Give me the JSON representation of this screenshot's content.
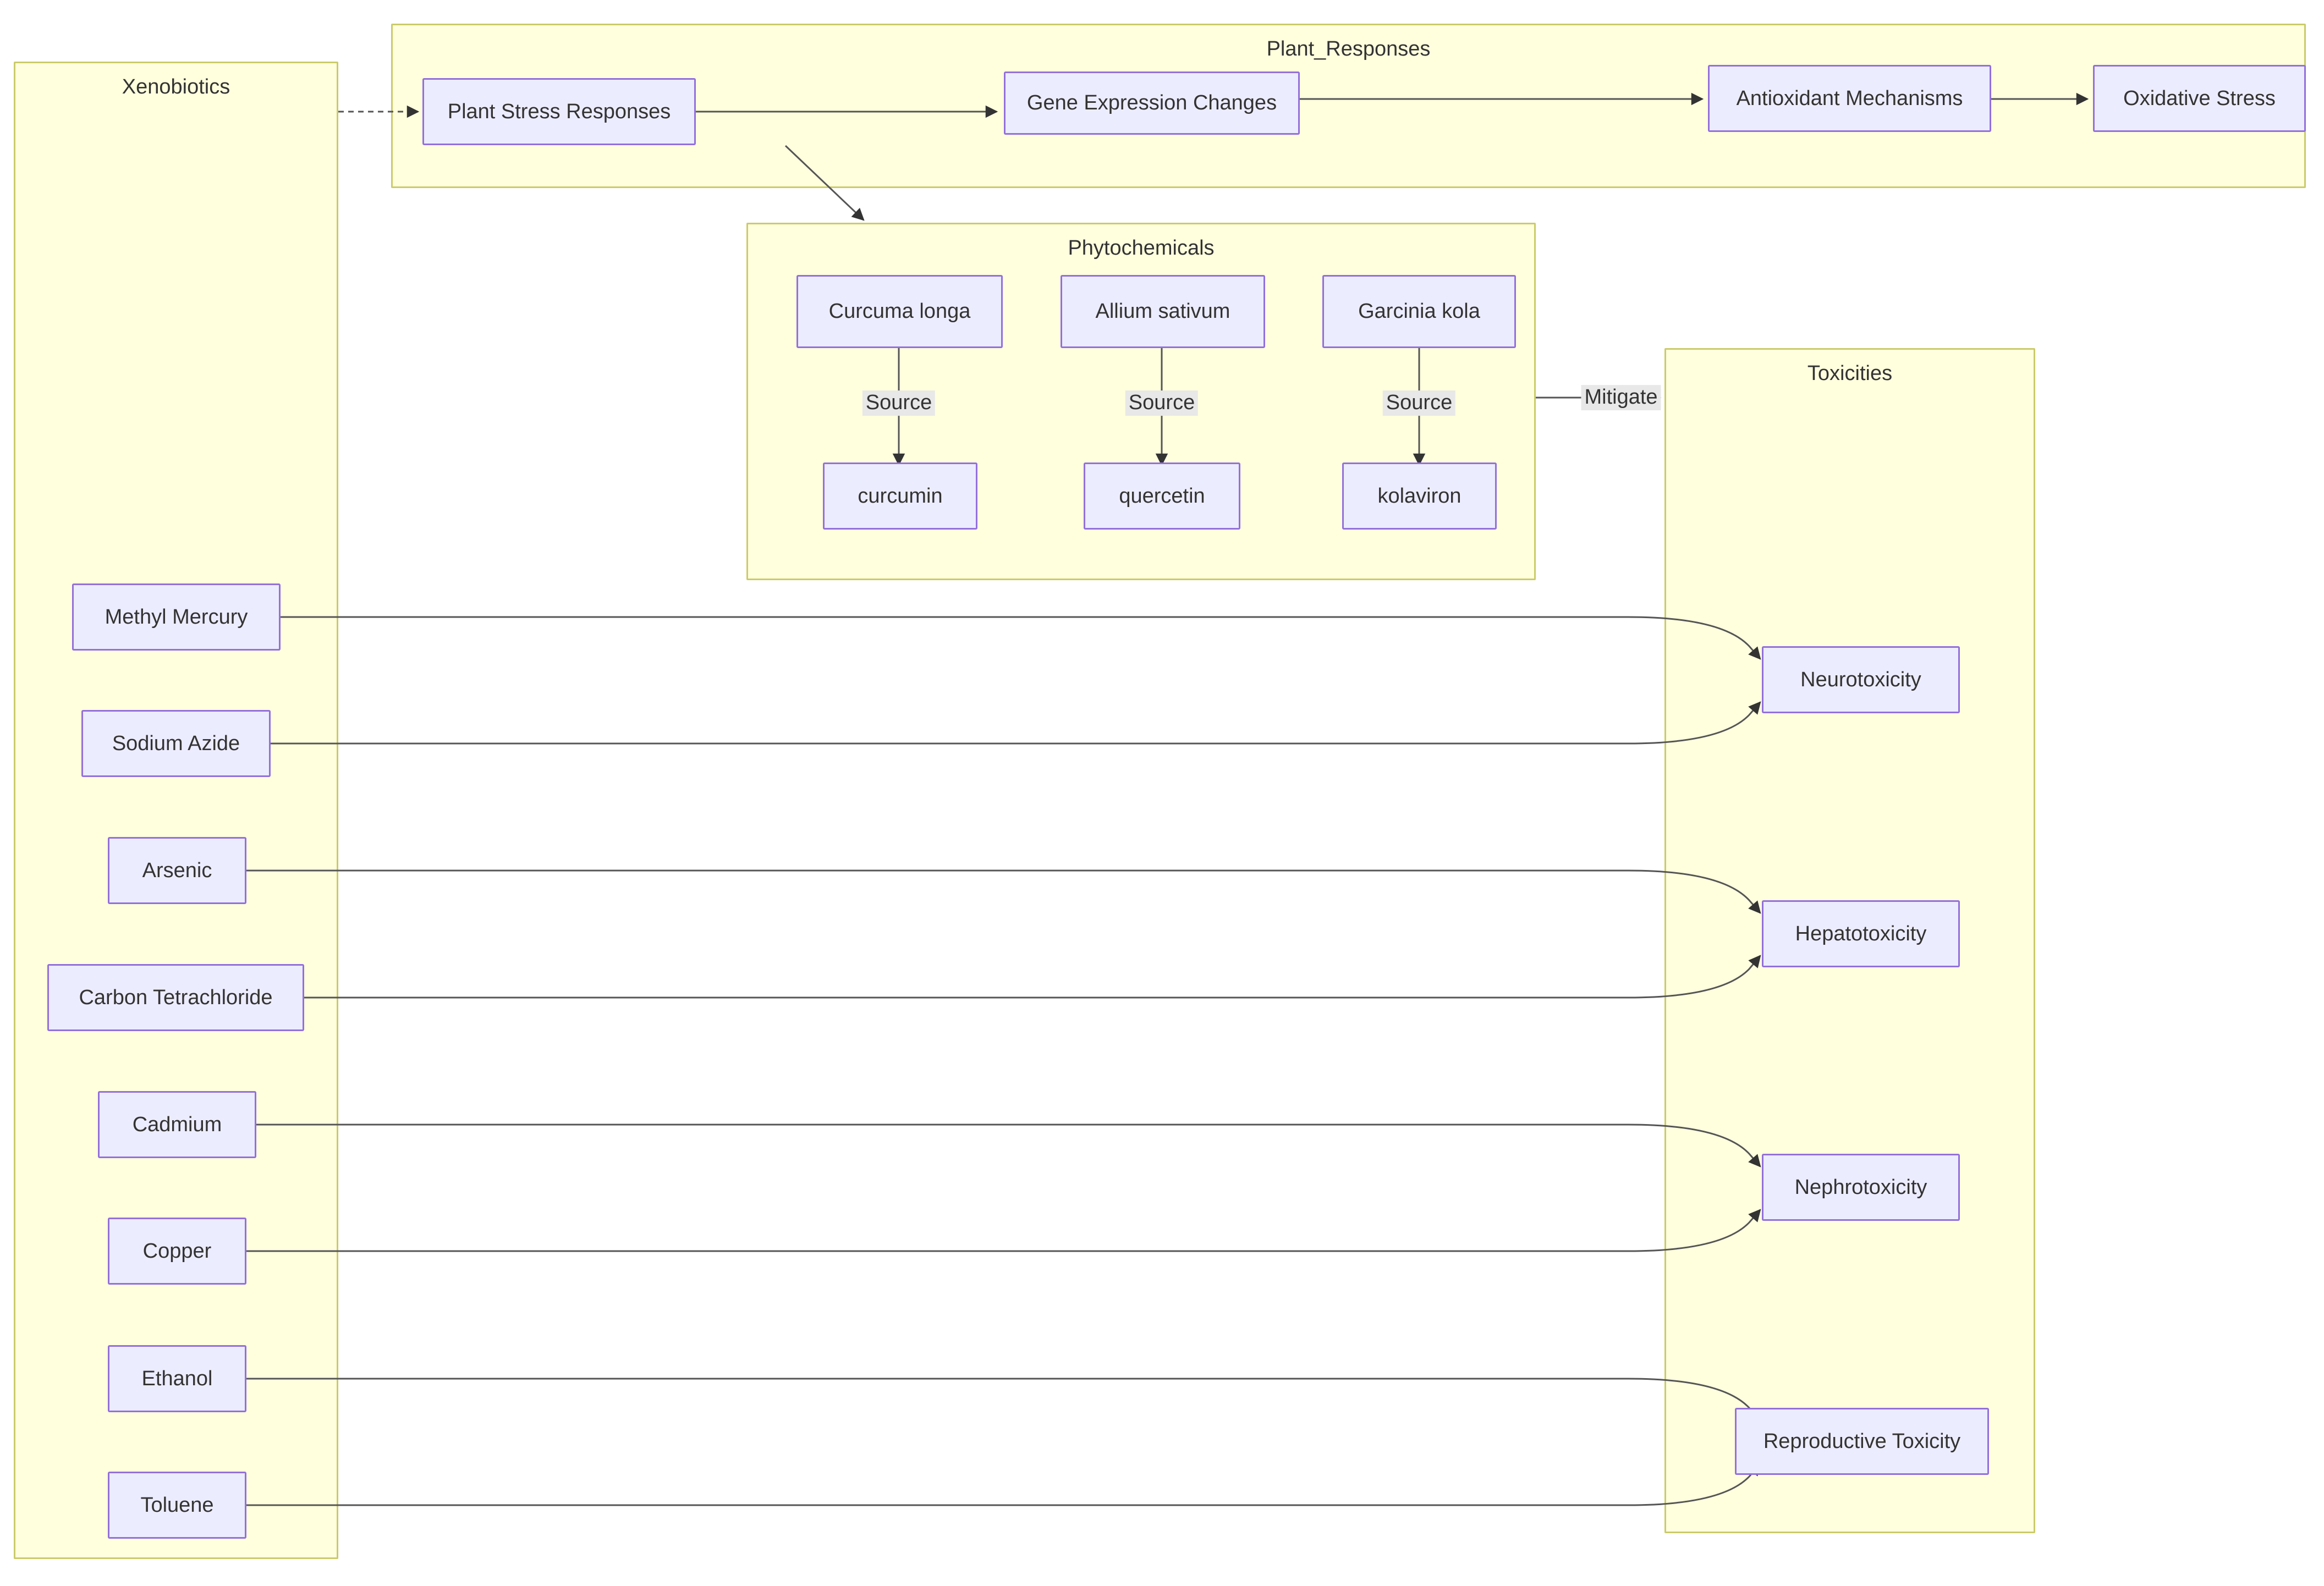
{
  "diagram": {
    "type": "flowchart",
    "clusters": [
      {
        "id": "xenobiotics",
        "label": "Xenobiotics"
      },
      {
        "id": "plant_responses",
        "label": "Plant_Responses"
      },
      {
        "id": "phytochemicals",
        "label": "Phytochemicals"
      },
      {
        "id": "toxicities",
        "label": "Toxicities"
      }
    ],
    "nodes": {
      "plant_stress_responses": "Plant Stress Responses",
      "gene_expression_changes": "Gene Expression Changes",
      "antioxidant_mechanisms": "Antioxidant Mechanisms",
      "oxidative_stress": "Oxidative Stress",
      "curcuma_longa": "Curcuma longa",
      "allium_sativum": "Allium sativum",
      "garcinia_kola": "Garcinia kola",
      "curcumin": "curcumin",
      "quercetin": "quercetin",
      "kolaviron": "kolaviron",
      "methyl_mercury": "Methyl Mercury",
      "sodium_azide": "Sodium Azide",
      "arsenic": "Arsenic",
      "carbon_tetrachloride": "Carbon Tetrachloride",
      "cadmium": "Cadmium",
      "copper": "Copper",
      "ethanol": "Ethanol",
      "toluene": "Toluene",
      "neurotoxicity": "Neurotoxicity",
      "hepatotoxicity": "Hepatotoxicity",
      "nephrotoxicity": "Nephrotoxicity",
      "reproductive_toxicity": "Reproductive Toxicity"
    },
    "edge_labels": {
      "source_curcuma": "Source",
      "source_allium": "Source",
      "source_garcinia": "Source",
      "mitigate": "Mitigate"
    },
    "colors": {
      "cluster_fill": "#ffffde",
      "cluster_stroke": "#cbcb6b",
      "node_fill": "#ececff",
      "node_stroke": "#9370db",
      "edge_stroke": "#555555",
      "text": "#333333",
      "edge_label_bg": "#e8e8e8",
      "background": "#ffffff"
    }
  }
}
